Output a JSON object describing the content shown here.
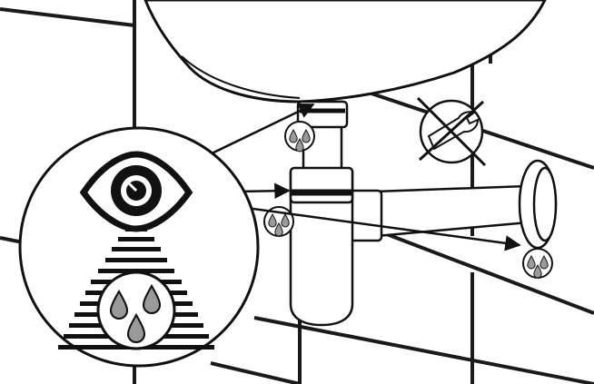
{
  "illustration": {
    "subject": "sink-siphon-leak-inspection",
    "icons": {
      "inspect": "eye-icon",
      "leak": "water-drops-icon",
      "no_tool": "no-wrench-icon"
    },
    "colors": {
      "line": "#111111",
      "tile_line": "#1a1a1a",
      "drop_fill": "#9a9a9a",
      "background": "#ffffff"
    },
    "checkpoints": [
      "basin-outlet-nut",
      "siphon-upper-nut",
      "wall-connection"
    ]
  }
}
